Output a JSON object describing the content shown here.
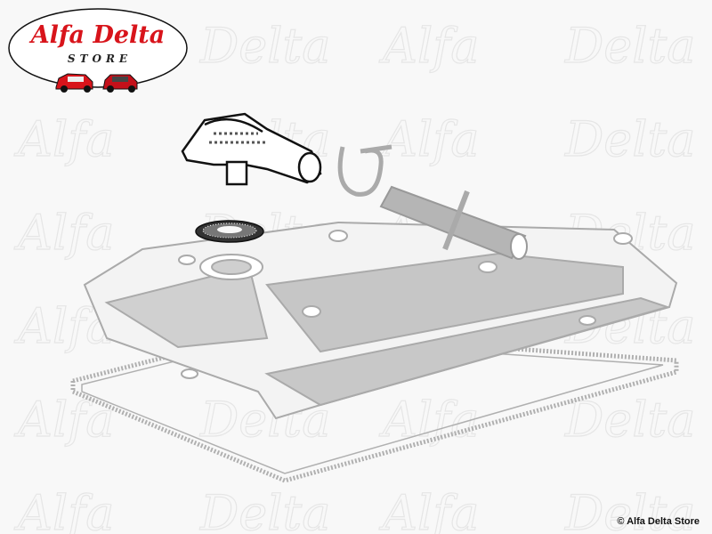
{
  "logo": {
    "title": "Alfa Delta",
    "subtitle": "STORE"
  },
  "watermark": "Alfa Delta",
  "copyright": "© Alfa Delta Store",
  "parts": [
    "oil-filler-cap",
    "cap-seal-washer",
    "breather-hose",
    "hose-clamp",
    "valve-cover",
    "valve-cover-gasket"
  ],
  "colors": {
    "brand_red": "#d8141b",
    "drawing_gray": "#b4b4b4",
    "drawing_fill": "#c8c8c8",
    "highlight": "#111111"
  }
}
